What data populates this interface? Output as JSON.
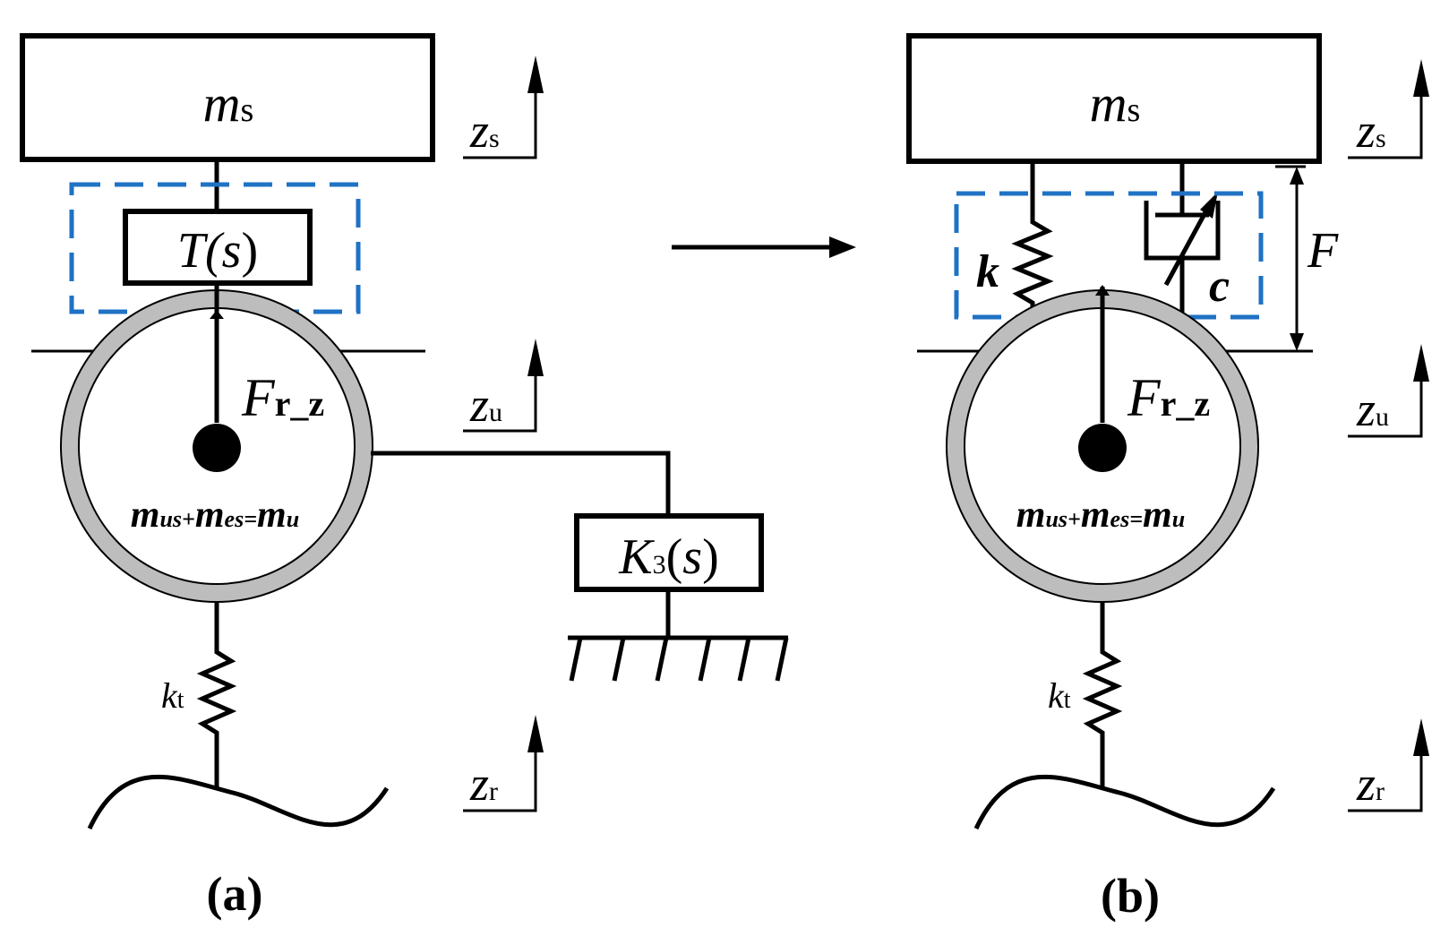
{
  "panel_a": {
    "mass_sprung": {
      "sym": "m",
      "sub": "s"
    },
    "transfer_block": {
      "pre": "T(",
      "var": "s",
      "post": ")"
    },
    "force": {
      "sym": "F",
      "sub": "r_z"
    },
    "wheel_mass": {
      "a": "m",
      "a_sub": "us",
      "plus": "+",
      "b": "m",
      "b_sub": "es",
      "eq": "=",
      "c": "m",
      "c_sub": "u"
    },
    "tire_spring": {
      "sym": "k",
      "sub": "t"
    },
    "controller_block": {
      "sym": "K",
      "sub": "3",
      "open": "(",
      "var": "s",
      "close": ")"
    },
    "z_s": {
      "sym": "z",
      "sub": "s"
    },
    "z_u": {
      "sym": "z",
      "sub": "u"
    },
    "z_r": {
      "sym": "z",
      "sub": "r"
    },
    "caption": "(a)"
  },
  "panel_b": {
    "mass_sprung": {
      "sym": "m",
      "sub": "s"
    },
    "spring": "k",
    "damper": "c",
    "force_total": "F",
    "force": {
      "sym": "F",
      "sub": "r_z"
    },
    "wheel_mass": {
      "a": "m",
      "a_sub": "us",
      "plus": "+",
      "b": "m",
      "b_sub": "es",
      "eq": "=",
      "c": "m",
      "c_sub": "u"
    },
    "tire_spring": {
      "sym": "k",
      "sub": "t"
    },
    "z_s": {
      "sym": "z",
      "sub": "s"
    },
    "z_u": {
      "sym": "z",
      "sub": "u"
    },
    "z_r": {
      "sym": "z",
      "sub": "r"
    },
    "caption": "(b)"
  },
  "colors": {
    "dashed_box": "#1f72c4",
    "tire_ring": "#bdbdbd",
    "stroke": "#000000"
  }
}
